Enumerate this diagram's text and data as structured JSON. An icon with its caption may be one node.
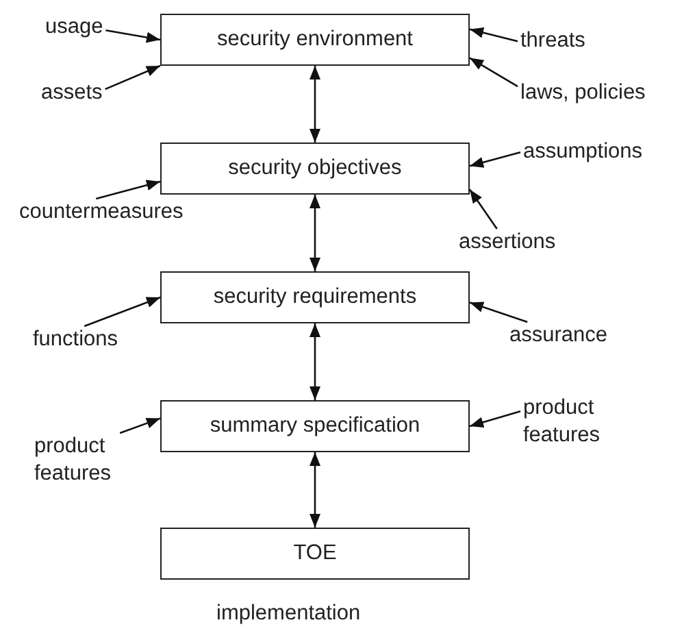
{
  "diagram": {
    "nodes": [
      {
        "text": [
          "security environment"
        ]
      },
      {
        "text": [
          "security objectives"
        ]
      },
      {
        "text": [
          "security requirements"
        ]
      },
      {
        "text": [
          "summary specification"
        ]
      },
      {
        "text": [
          "TOE"
        ],
        "beside": [
          "implementation"
        ]
      },
      {
        "text": [
          "usage"
        ]
      },
      {
        "text": [
          "threats"
        ]
      },
      {
        "text": [
          "assets"
        ]
      },
      {
        "text": [
          "laws, policies"
        ]
      },
      {
        "text": [
          "assumptions"
        ]
      },
      {
        "text": [
          "countermeasures"
        ]
      },
      {
        "text": [
          "assertions"
        ]
      },
      {
        "text": [
          "functions"
        ]
      },
      {
        "text": [
          "assurance"
        ]
      },
      {
        "text": [
          "product features"
        ]
      },
      {
        "text": [
          "product features"
        ]
      }
    ],
    "edges": [
      {
        "from": 5,
        "to": 0,
        "arrow": "to"
      },
      {
        "from": 7,
        "to": 0,
        "arrow": "to"
      },
      {
        "from": 6,
        "to": 0,
        "arrow": "to"
      },
      {
        "from": 8,
        "to": 0,
        "arrow": "to"
      },
      {
        "from": 0,
        "to": 1,
        "arrow": "both"
      },
      {
        "from": 9,
        "to": 1,
        "arrow": "to"
      },
      {
        "from": 10,
        "to": 1,
        "arrow": "to"
      },
      {
        "from": 11,
        "to": 1,
        "arrow": "to"
      },
      {
        "from": 1,
        "to": 2,
        "arrow": "both"
      },
      {
        "from": 12,
        "to": 2,
        "arrow": "to"
      },
      {
        "from": 13,
        "to": 2,
        "arrow": "to"
      },
      {
        "from": 2,
        "to": 3,
        "arrow": "both"
      },
      {
        "from": 14,
        "to": 3,
        "arrow": "to"
      },
      {
        "from": 15,
        "to": 3,
        "arrow": "to"
      },
      {
        "from": 3,
        "to": 4,
        "arrow": "both"
      }
    ]
  }
}
